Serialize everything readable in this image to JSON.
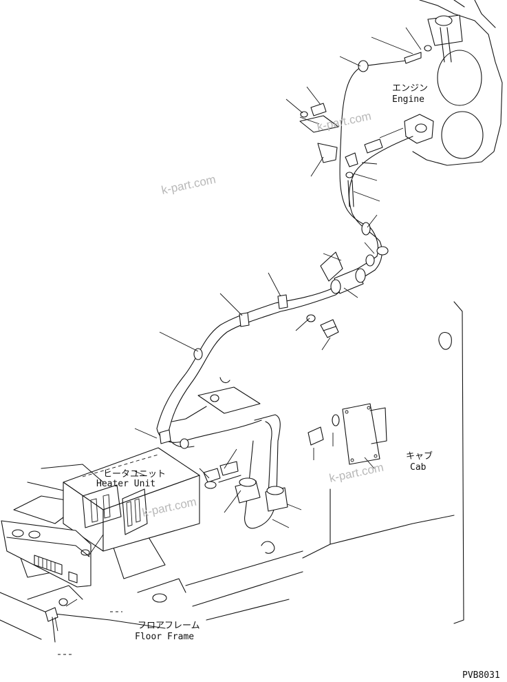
{
  "labels": {
    "engine_jp": "エンジン",
    "engine_en": "Engine",
    "heater_jp": "ヒータユニット",
    "heater_en": "Heater Unit",
    "cab_jp": "キャブ",
    "cab_en": "Cab",
    "floor_jp": "フロアフレーム",
    "floor_en": "Floor Frame",
    "drawing_code": "PVB8031"
  },
  "watermarks": [
    "k-part.com",
    "k-part.com",
    "k-part.com",
    "k-part.com"
  ],
  "colors": {
    "line": "#111111",
    "background": "#ffffff",
    "watermark": "#b8b8b8"
  }
}
